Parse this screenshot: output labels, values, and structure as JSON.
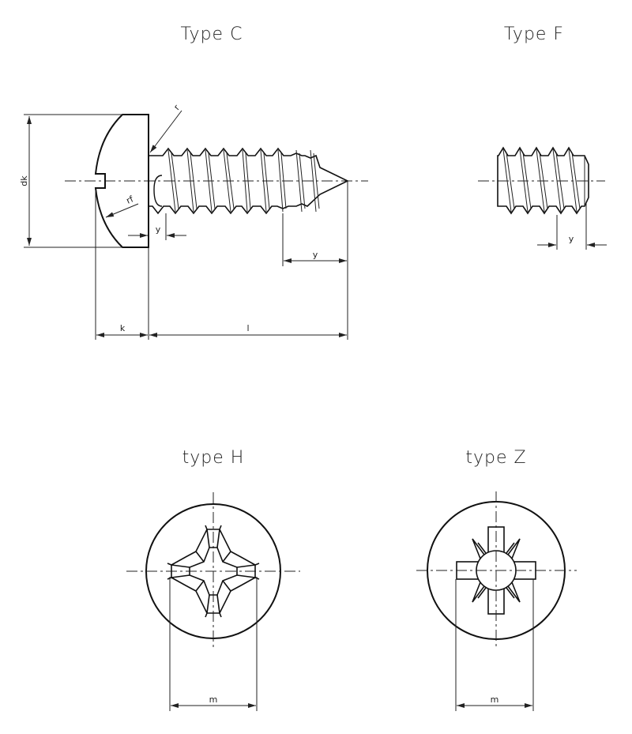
{
  "titles": {
    "type_c": "Type C",
    "type_f": "Type F",
    "type_h": "type H",
    "type_z": "type Z"
  },
  "dimensions": {
    "dk": "dk",
    "k": "k",
    "l": "l",
    "r": "r",
    "rf": "rf",
    "y_head": "y",
    "y_tip": "y",
    "y_f": "y",
    "m_h": "m",
    "m_z": "m"
  },
  "colors": {
    "line": "#111111",
    "background": "#ffffff"
  }
}
